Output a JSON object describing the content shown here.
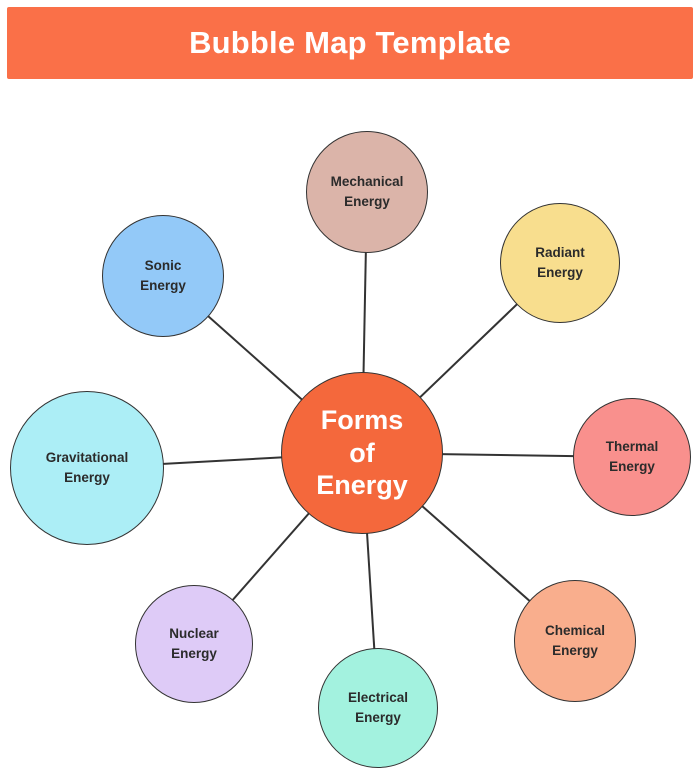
{
  "page": {
    "background": "#FFFFFF"
  },
  "header": {
    "title": "Bubble Map Template",
    "background": "#FA7048",
    "text_color": "#FFFFFF"
  },
  "center_bubble": {
    "label": "Forms\nof\nEnergy",
    "color": "#F4683C",
    "text_color": "#FFFFFF"
  },
  "bubbles": [
    {
      "id": "mechanical",
      "label": "Mechanical\nEnergy",
      "color": "#DBB4A9"
    },
    {
      "id": "radiant",
      "label": "Radiant\nEnergy",
      "color": "#F8DE8E"
    },
    {
      "id": "thermal",
      "label": "Thermal\nEnergy",
      "color": "#F9908D"
    },
    {
      "id": "chemical",
      "label": "Chemical\nEnergy",
      "color": "#F9AE8D"
    },
    {
      "id": "electrical",
      "label": "Electrical\nEnergy",
      "color": "#A3F2DF"
    },
    {
      "id": "nuclear",
      "label": "Nuclear\nEnergy",
      "color": "#DECBF7"
    },
    {
      "id": "gravitational",
      "label": "Gravitational\nEnergy",
      "color": "#ACEEF6"
    },
    {
      "id": "sonic",
      "label": "Sonic\nEnergy",
      "color": "#93C9F8"
    }
  ],
  "line_color": "#333333",
  "border_color": "#333333",
  "text_colors": {
    "bubble_label": "#2B2B2B"
  }
}
